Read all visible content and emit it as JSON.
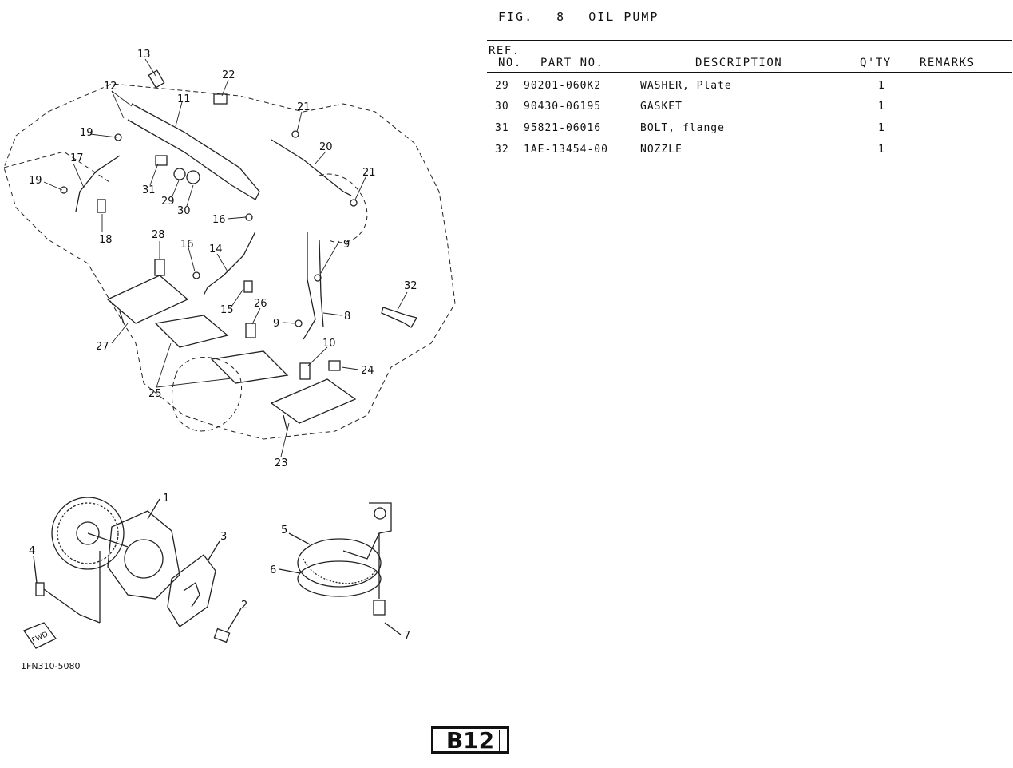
{
  "figure": {
    "label": "FIG.",
    "number": "8",
    "title": "OIL PUMP"
  },
  "table": {
    "headers": {
      "ref_top": "REF.",
      "ref_bottom": "NO.",
      "part_no": "PART NO.",
      "description": "DESCRIPTION",
      "qty": "Q'TY",
      "remarks": "REMARKS"
    },
    "rows": [
      {
        "ref": "29",
        "part_no": "90201-060K2",
        "description": "WASHER, Plate",
        "qty": "1"
      },
      {
        "ref": "30",
        "part_no": "90430-06195",
        "description": "GASKET",
        "qty": "1"
      },
      {
        "ref": "31",
        "part_no": "95821-06016",
        "description": "BOLT, flange",
        "qty": "1"
      },
      {
        "ref": "32",
        "part_no": "1AE-13454-00",
        "description": "NOZZLE",
        "qty": "1"
      }
    ]
  },
  "diagram": {
    "callouts": [
      "13",
      "12",
      "22",
      "11",
      "21",
      "19",
      "17",
      "19",
      "20",
      "21",
      "31",
      "29",
      "30",
      "18",
      "16",
      "9",
      "28",
      "16",
      "14",
      "32",
      "15",
      "26",
      "8",
      "9",
      "27",
      "10",
      "24",
      "25",
      "23",
      "1",
      "3",
      "5",
      "4",
      "6",
      "2",
      "7"
    ],
    "fwd_label": "FWD",
    "drawing_code": "1FN310-5080"
  },
  "page": {
    "badge": "B12"
  }
}
